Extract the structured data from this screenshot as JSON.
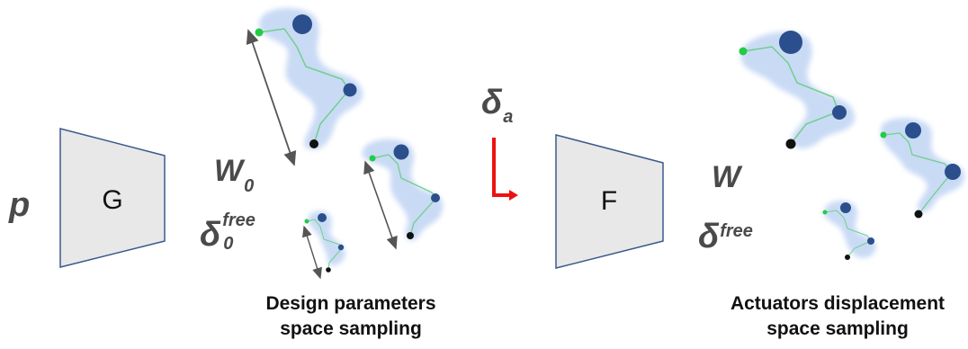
{
  "symbols": {
    "p": "p",
    "w0_main": "W",
    "w0_sub": "0",
    "delta0_main": "δ",
    "delta0_sup": "free",
    "delta0_sub": "0",
    "delta_a_main": "δ",
    "delta_a_sub": "a",
    "w_main": "W",
    "delta_free_main": "δ",
    "delta_free_sup": "free"
  },
  "blocks": {
    "generator": "G",
    "forward": "F"
  },
  "captions": {
    "left_line1": "Design parameters",
    "left_line2": "space sampling",
    "right_line1": "Actuators displacement",
    "right_line2": "space sampling"
  },
  "colors": {
    "block_fill": "#e8e8e8",
    "block_stroke": "#3b5a8c",
    "halo": "#c9daf5",
    "joint": "#2b4f8c",
    "rod": "#6fd08a",
    "tip": "#22cc44",
    "base": "#111111",
    "arrow": "#555555",
    "red_arrow": "#ee1111"
  }
}
